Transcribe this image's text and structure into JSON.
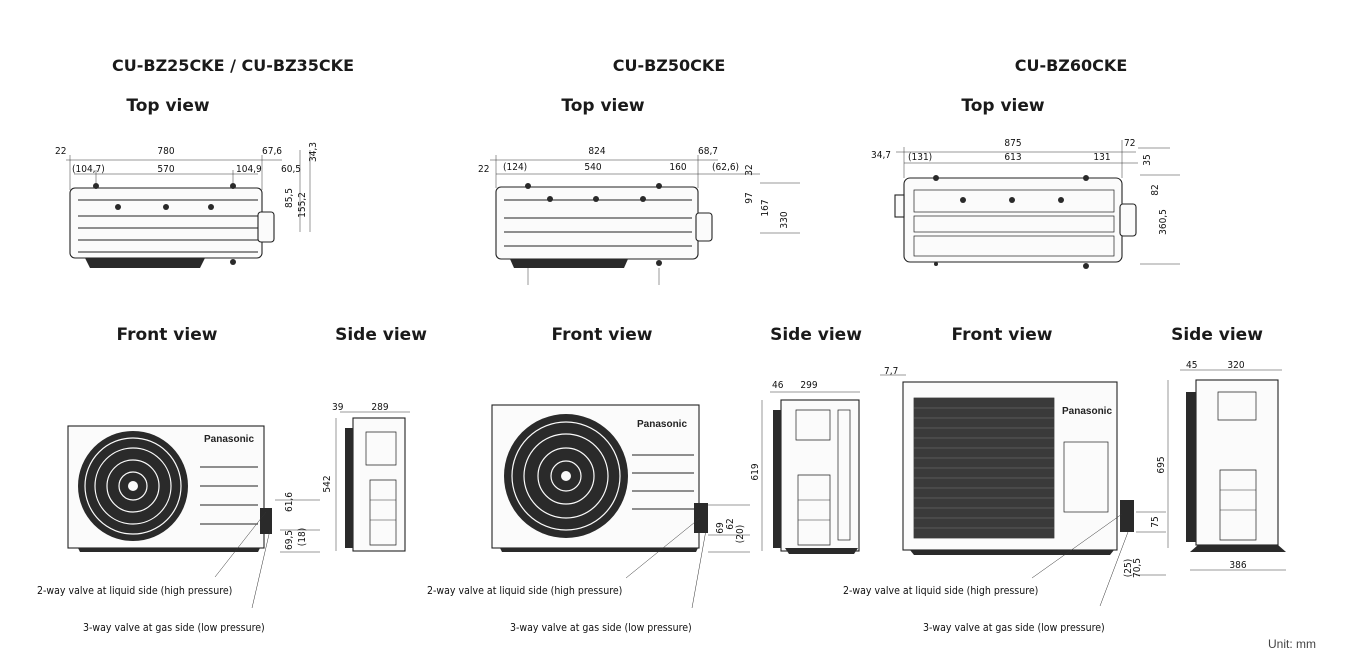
{
  "unit_label": "Unit: mm",
  "models": [
    {
      "title": "CU-BZ25CKE / CU-BZ35CKE",
      "brand": "Panasonic",
      "views": {
        "top": "Top view",
        "front": "Front view",
        "side": "Side view"
      },
      "top_dims": {
        "d1": "22",
        "d2": "780",
        "d3": "(104,7)",
        "d4": "570",
        "d5": "104,9",
        "d6": "67,6",
        "d7": "60,5",
        "d8": "34,3",
        "d9": "85,5",
        "d10": "155,2"
      },
      "front_dims": {
        "d1": "61,6",
        "d2": "69,5",
        "d3": "(18)"
      },
      "side_dims": {
        "d1": "39",
        "d2": "289",
        "d3": "542"
      },
      "notes": {
        "liquid": "2-way valve at liquid side (high pressure)",
        "gas": "3-way valve at gas side (low pressure)"
      }
    },
    {
      "title": "CU-BZ50CKE",
      "brand": "Panasonic",
      "views": {
        "top": "Top view",
        "front": "Front view",
        "side": "Side view"
      },
      "top_dims": {
        "d1": "22",
        "d2": "824",
        "d3": "(124)",
        "d4": "540",
        "d5": "160",
        "d6": "68,7",
        "d7": "(62,6)",
        "d8": "32",
        "d9": "97",
        "d10": "167",
        "d11": "330"
      },
      "front_dims": {
        "d1": "69",
        "d2": "62",
        "d3": "(20)"
      },
      "side_dims": {
        "d1": "46",
        "d2": "299",
        "d3": "619"
      },
      "notes": {
        "liquid": "2-way valve at liquid side (high pressure)",
        "gas": "3-way valve at gas side (low pressure)"
      }
    },
    {
      "title": "CU-BZ60CKE",
      "brand": "Panasonic",
      "views": {
        "top": "Top view",
        "front": "Front view",
        "side": "Side view"
      },
      "top_dims": {
        "d1": "34,7",
        "d2": "875",
        "d3": "(131)",
        "d4": "613",
        "d5": "131",
        "d6": "72",
        "d7": "35",
        "d8": "82",
        "d9": "360,5"
      },
      "front_dims": {
        "d1": "7,7",
        "d2": "75",
        "d3": "(25)",
        "d4": "70,5"
      },
      "side_dims": {
        "d1": "45",
        "d2": "320",
        "d3": "695",
        "d4": "386"
      },
      "notes": {
        "liquid": "2-way valve at liquid side (high pressure)",
        "gas": "3-way valve at gas side (low pressure)"
      }
    }
  ]
}
